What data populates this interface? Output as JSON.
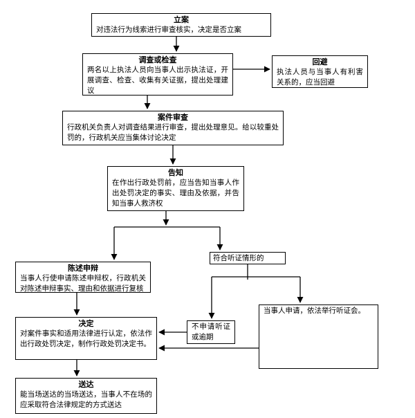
{
  "colors": {
    "background": "#ffffff",
    "line": "#000000",
    "box_border": "#000000",
    "text": "#000000"
  },
  "nodes": {
    "lian": {
      "title": "立案",
      "text": "对违法行为线索进行审查核实，决定是否立案"
    },
    "diaocha": {
      "title": "调查或检查",
      "text": "两名以上执法人员向当事人出示执法证，开展调查、检查、收集有关证据，提出处理建议"
    },
    "huibi": {
      "title": "回避",
      "text": "执法人员与当事人有利害关系的，应当回避"
    },
    "shencha": {
      "title": "案件审查",
      "text": "行政机关负责人对调查结果进行审查，提出处理意见。给以较重处罚的，行政机关应当集体讨论决定"
    },
    "gaozhi": {
      "title": "告知",
      "text": "在作出行政处罚前，应当告知当事人作出处罚决定的事实、理由及依据，并告知当事人救济权"
    },
    "tingcond": {
      "text": "符合听证情形的"
    },
    "chenshu": {
      "title": "陈述申辩",
      "text": "当事人行使申请陈述申辩权，行政机关对陈述申辩事实、理由和依据进行复核"
    },
    "bushenqing": {
      "text": "不申请听证或逾期"
    },
    "tingzhenghui": {
      "text": "当事人申请，依法举行听证会。"
    },
    "jueding": {
      "title": "决定",
      "text": "对案件事实和适用法律进行认定，依法作出行政处罚决定，制作行政处罚决定书。"
    },
    "songda": {
      "title": "送达",
      "text": "能当场送达的当场送达，当事人不在场的应采取符合法律规定的方式送达"
    }
  }
}
